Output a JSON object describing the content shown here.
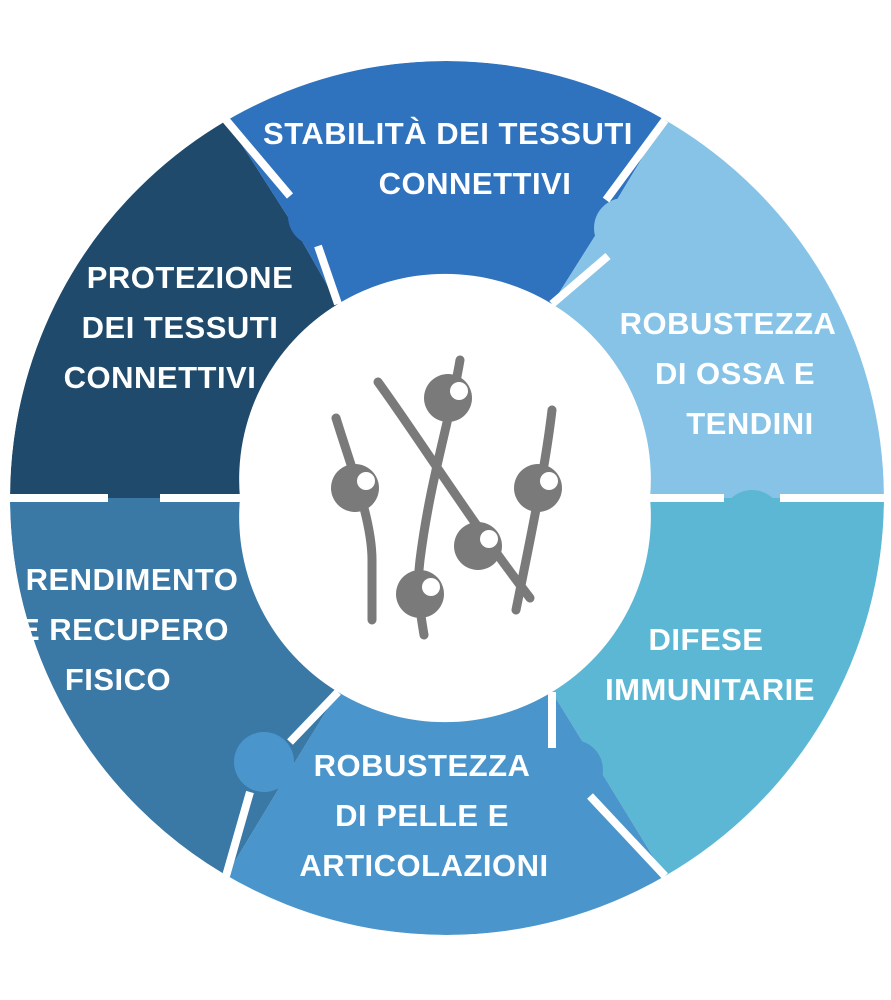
{
  "segments": [
    {
      "id": "top",
      "color": "#2f72be",
      "lines": [
        "STABILITÀ DEI TESSUTI",
        "CONNETTIVI"
      ]
    },
    {
      "id": "upper-right",
      "color": "#86c3e7",
      "lines": [
        "ROBUSTEZZA",
        "DI OSSA E",
        "TENDINI"
      ]
    },
    {
      "id": "lower-right",
      "color": "#5cb7d4",
      "lines": [
        "DIFESE",
        "IMMUNITARIE"
      ]
    },
    {
      "id": "bottom",
      "color": "#4a96cc",
      "lines": [
        "ROBUSTEZZA",
        "DI PELLE E",
        "ARTICOLAZIONI"
      ]
    },
    {
      "id": "lower-left",
      "color": "#3a78a6",
      "lines": [
        "RENDIMENTO",
        "E RECUPERO",
        "FISICO"
      ]
    },
    {
      "id": "upper-left",
      "color": "#1f4a6b",
      "lines": [
        "PROTEZIONE",
        "DEI TESSUTI",
        "CONNETTIVI"
      ]
    }
  ],
  "center": {
    "icon": "collagen-fibers-icon",
    "fill": "#ffffff",
    "icon_color": "#7a7a7a"
  }
}
